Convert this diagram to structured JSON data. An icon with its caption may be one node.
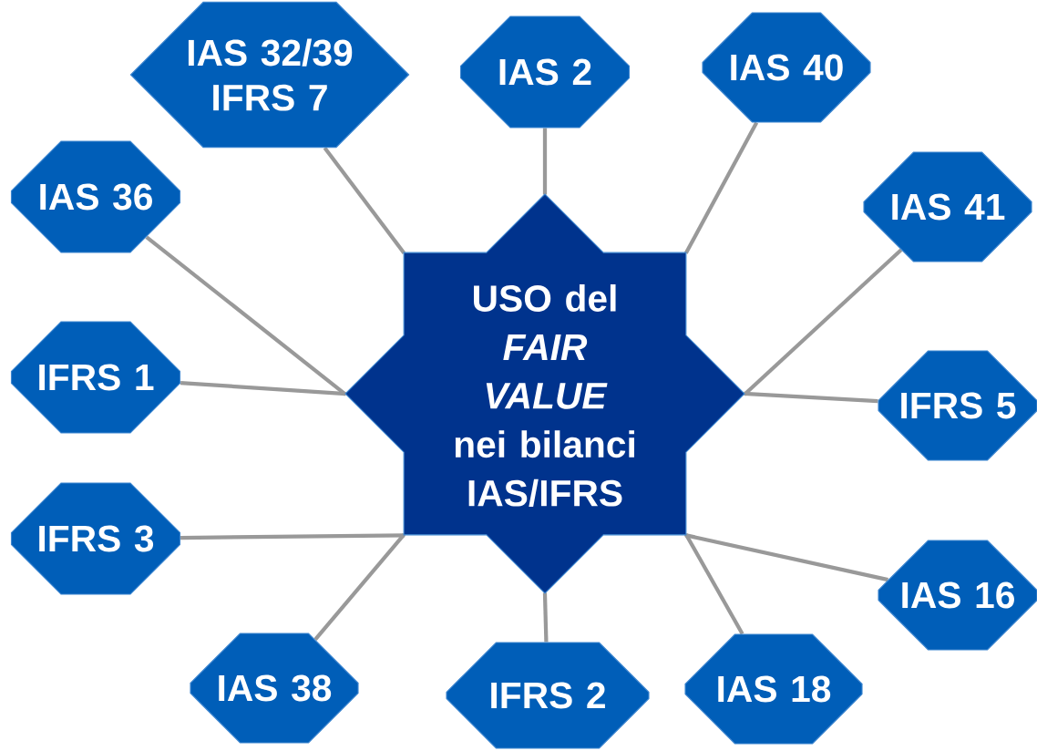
{
  "diagram": {
    "nodes": [
      {
        "text": [
          "USO del *FAIR VALUE* nei bilanci IAS/IFRS"
        ]
      },
      {
        "text": [
          "IAS 32/39 IFRS 7"
        ]
      },
      {
        "text": [
          "IAS 2"
        ]
      },
      {
        "text": [
          "IAS 40"
        ]
      },
      {
        "text": [
          "IAS 36"
        ]
      },
      {
        "text": [
          "IAS 41"
        ]
      },
      {
        "text": [
          "IFRS 1"
        ]
      },
      {
        "text": [
          "IFRS 5"
        ]
      },
      {
        "text": [
          "IFRS 3"
        ]
      },
      {
        "text": [
          "IAS 16"
        ]
      },
      {
        "text": [
          "IAS 38"
        ]
      },
      {
        "text": [
          "IFRS 2"
        ]
      },
      {
        "text": [
          "IAS 18"
        ]
      }
    ],
    "edges": [
      {
        "from": 0,
        "to": 1,
        "arrow": "none"
      },
      {
        "from": 0,
        "to": 2,
        "arrow": "none"
      },
      {
        "from": 0,
        "to": 3,
        "arrow": "none"
      },
      {
        "from": 0,
        "to": 4,
        "arrow": "none"
      },
      {
        "from": 0,
        "to": 5,
        "arrow": "none"
      },
      {
        "from": 0,
        "to": 6,
        "arrow": "none"
      },
      {
        "from": 0,
        "to": 7,
        "arrow": "none"
      },
      {
        "from": 0,
        "to": 8,
        "arrow": "none"
      },
      {
        "from": 0,
        "to": 9,
        "arrow": "none"
      },
      {
        "from": 0,
        "to": 10,
        "arrow": "none"
      },
      {
        "from": 0,
        "to": 11,
        "arrow": "none"
      },
      {
        "from": 0,
        "to": 12,
        "arrow": "none"
      }
    ]
  }
}
